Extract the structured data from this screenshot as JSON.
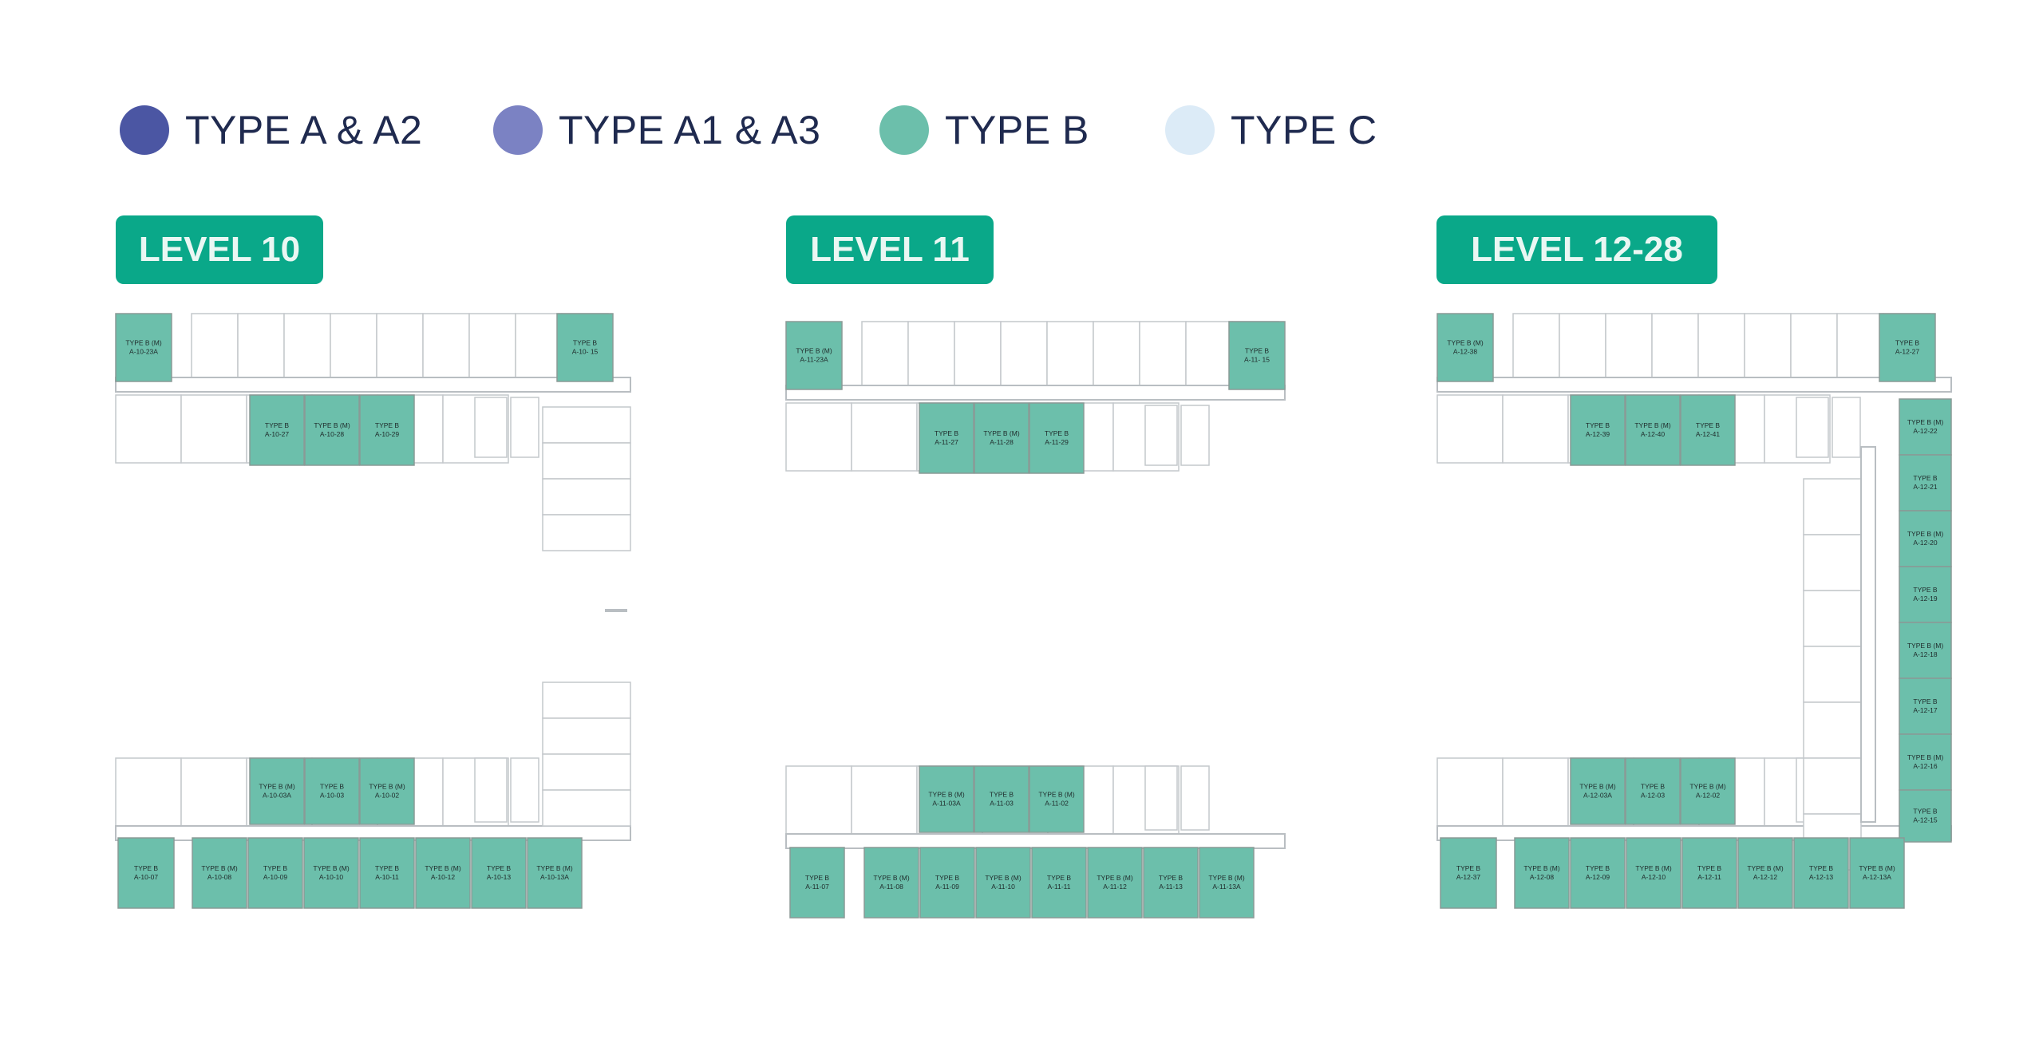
{
  "legend": [
    {
      "label": "TYPE A & A2",
      "color": "#4b56a3"
    },
    {
      "label": "TYPE A1 & A3",
      "color": "#7b82c3"
    },
    {
      "label": "TYPE B",
      "color": "#6cbfab"
    },
    {
      "label": "TYPE C",
      "color": "#dcebf7"
    }
  ],
  "levels": [
    {
      "title": "LEVEL 10",
      "units": [
        {
          "type": "TYPE B (M)",
          "id": "A-10-23A"
        },
        {
          "type": "TYPE B",
          "id": "A-10- 15"
        },
        {
          "type": "TYPE B",
          "id": "A-10-27"
        },
        {
          "type": "TYPE B (M)",
          "id": "A-10-28"
        },
        {
          "type": "TYPE B",
          "id": "A-10-29"
        },
        {
          "type": "TYPE B (M)",
          "id": "A-10-03A"
        },
        {
          "type": "TYPE B",
          "id": "A-10-03"
        },
        {
          "type": "TYPE B (M)",
          "id": "A-10-02"
        },
        {
          "type": "TYPE B",
          "id": "A-10-07"
        },
        {
          "type": "TYPE B (M)",
          "id": "A-10-08"
        },
        {
          "type": "TYPE B",
          "id": "A-10-09"
        },
        {
          "type": "TYPE B (M)",
          "id": "A-10-10"
        },
        {
          "type": "TYPE B",
          "id": "A-10-11"
        },
        {
          "type": "TYPE B (M)",
          "id": "A-10-12"
        },
        {
          "type": "TYPE B",
          "id": "A-10-13"
        },
        {
          "type": "TYPE B (M)",
          "id": "A-10-13A"
        }
      ]
    },
    {
      "title": "LEVEL 11",
      "units": [
        {
          "type": "TYPE B (M)",
          "id": "A-11-23A"
        },
        {
          "type": "TYPE B",
          "id": "A-11- 15"
        },
        {
          "type": "TYPE B",
          "id": "A-11-27"
        },
        {
          "type": "TYPE B (M)",
          "id": "A-11-28"
        },
        {
          "type": "TYPE B",
          "id": "A-11-29"
        },
        {
          "type": "TYPE B (M)",
          "id": "A-11-03A"
        },
        {
          "type": "TYPE B",
          "id": "A-11-03"
        },
        {
          "type": "TYPE B (M)",
          "id": "A-11-02"
        },
        {
          "type": "TYPE B",
          "id": "A-11-07"
        },
        {
          "type": "TYPE B (M)",
          "id": "A-11-08"
        },
        {
          "type": "TYPE B",
          "id": "A-11-09"
        },
        {
          "type": "TYPE B (M)",
          "id": "A-11-10"
        },
        {
          "type": "TYPE B",
          "id": "A-11-11"
        },
        {
          "type": "TYPE B (M)",
          "id": "A-11-12"
        },
        {
          "type": "TYPE B",
          "id": "A-11-13"
        },
        {
          "type": "TYPE B (M)",
          "id": "A-11-13A"
        }
      ]
    },
    {
      "title": "LEVEL 12-28",
      "units": [
        {
          "type": "TYPE B (M)",
          "id": "A-12-38"
        },
        {
          "type": "TYPE B",
          "id": "A-12-27"
        },
        {
          "type": "TYPE B",
          "id": "A-12-39"
        },
        {
          "type": "TYPE B (M)",
          "id": "A-12-40"
        },
        {
          "type": "TYPE B",
          "id": "A-12-41"
        },
        {
          "type": "TYPE B (M)",
          "id": "A-12-22"
        },
        {
          "type": "TYPE B",
          "id": "A-12-21"
        },
        {
          "type": "TYPE B (M)",
          "id": "A-12-20"
        },
        {
          "type": "TYPE B",
          "id": "A-12-19"
        },
        {
          "type": "TYPE B (M)",
          "id": "A-12-18"
        },
        {
          "type": "TYPE B",
          "id": "A-12-17"
        },
        {
          "type": "TYPE B (M)",
          "id": "A-12-16"
        },
        {
          "type": "TYPE B",
          "id": "A-12-15"
        },
        {
          "type": "TYPE B (M)",
          "id": "A-12-03A"
        },
        {
          "type": "TYPE B",
          "id": "A-12-03"
        },
        {
          "type": "TYPE B (M)",
          "id": "A-12-02"
        },
        {
          "type": "TYPE B",
          "id": "A-12-37"
        },
        {
          "type": "TYPE B (M)",
          "id": "A-12-08"
        },
        {
          "type": "TYPE B",
          "id": "A-12-09"
        },
        {
          "type": "TYPE B (M)",
          "id": "A-12-10"
        },
        {
          "type": "TYPE B",
          "id": "A-12-11"
        },
        {
          "type": "TYPE B (M)",
          "id": "A-12-12"
        },
        {
          "type": "TYPE B",
          "id": "A-12-13"
        },
        {
          "type": "TYPE B (M)",
          "id": "A-12-13A"
        }
      ]
    }
  ]
}
